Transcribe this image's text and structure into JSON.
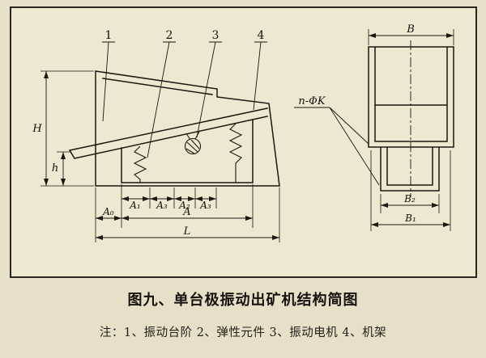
{
  "figure": {
    "title": "图九、单台极振动出矿机结构简图",
    "note": "注：1、振动台阶  2、弹性元件  3、振动电机  4、机架"
  },
  "callouts": {
    "c1": "1",
    "c2": "2",
    "c3": "3",
    "c4": "4"
  },
  "dimensions": {
    "H": "H",
    "h": "h",
    "A1": "A₁",
    "A3a": "A₃",
    "A2": "A₂",
    "A3b": "A₃",
    "A0": "A₀",
    "A": "A",
    "L": "L",
    "B": "B",
    "B2": "B₂",
    "B1": "B₁",
    "holes": "n-ΦK"
  },
  "colors": {
    "paper": "#eee8d2",
    "ink": "#1a1710"
  }
}
